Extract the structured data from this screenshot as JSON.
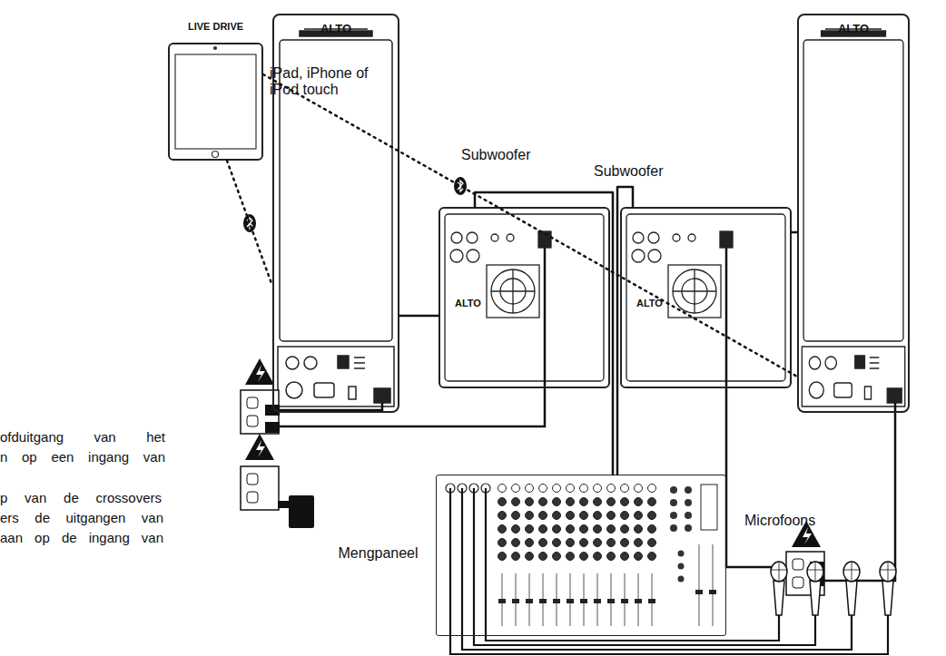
{
  "diagram": {
    "nodes": [
      {
        "text": [
          "LIVE DRIVE"
        ]
      },
      {
        "text": [
          "ALTO"
        ]
      },
      {
        "text": [
          "Subwoofer",
          "ALTO"
        ]
      },
      {
        "text": [
          "Subwoofer",
          "ALTO"
        ]
      },
      {
        "text": [
          "ALTO"
        ]
      },
      {
        "text": [
          "Mengpaneel"
        ]
      }
    ],
    "edges": [
      {
        "from": 0,
        "to": 1,
        "arrow": "none"
      },
      {
        "from": 0,
        "to": 4,
        "arrow": "none"
      },
      {
        "from": 5,
        "to": 2,
        "arrow": "none"
      },
      {
        "from": 5,
        "to": 3,
        "arrow": "none"
      },
      {
        "from": 2,
        "to": 1,
        "arrow": "none"
      },
      {
        "from": 3,
        "to": 4,
        "arrow": "none"
      }
    ],
    "labels": [
      "iPad, iPhone of iPod touch",
      "Microfoons",
      "ofduitgang van het",
      "n op een ingang van",
      "p van de crossovers",
      "ers de uitgangen van",
      "aan op de ingang van"
    ]
  }
}
